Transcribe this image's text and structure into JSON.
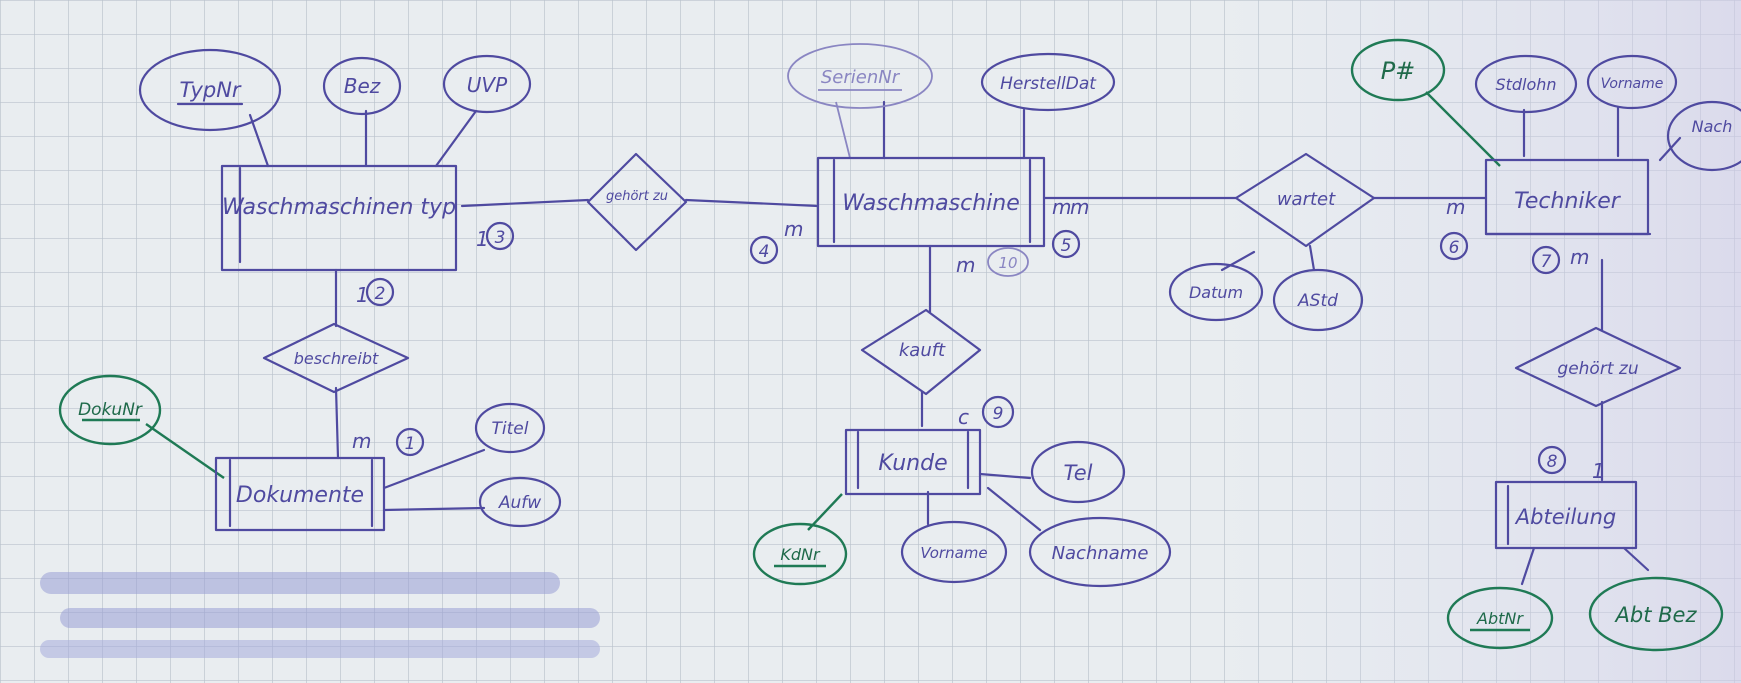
{
  "entities": {
    "waschmaschinentyp": "Waschmaschinen typ",
    "waschmaschine": "Waschmaschine",
    "techniker": "Techniker",
    "dokumente": "Dokumente",
    "kunde": "Kunde",
    "abteilung": "Abteilung"
  },
  "relationships": {
    "gehoert_zu_1": "gehört zu",
    "beschreibt": "beschreibt",
    "kauft": "kauft",
    "wartet": "wartet",
    "gehoert_zu_2": "gehört zu"
  },
  "attributes": {
    "typnr": "TypNr",
    "bez": "Bez",
    "uvp": "UVP",
    "seriennr": "SerienNr",
    "herstelldat": "HerstellDat",
    "pnr": "P#",
    "stdlohn": "Stdlohn",
    "vorname_t": "Vorname",
    "nach": "Nach",
    "dokunr": "DokuNr",
    "titel": "Titel",
    "aufw": "Aufw",
    "datum": "Datum",
    "astd": "AStd",
    "tel": "Tel",
    "kdnr": "KdNr",
    "vorname_k": "Vorname",
    "nachname": "Nachname",
    "abtnr": "AbtNr",
    "abtbez": "Abt Bez"
  },
  "cardinalities": {
    "c1": "1",
    "c2": "1",
    "c3": "m",
    "c4": "m",
    "c5": "m",
    "c6": "m",
    "c7": "m",
    "c8": "1",
    "c9": "m",
    "c10": "m",
    "c11": "c"
  },
  "step_numbers": {
    "n1": "1",
    "n2": "2",
    "n3": "3",
    "n4": "4",
    "n5": "5",
    "n6": "6",
    "n7": "7",
    "n8": "8",
    "n9": "9",
    "n10": "10"
  },
  "colors": {
    "paper": "#e9edf0",
    "grid": "#b9c2cc",
    "ink_blue": "#4f4aa0",
    "ink_green": "#1f7a55"
  }
}
